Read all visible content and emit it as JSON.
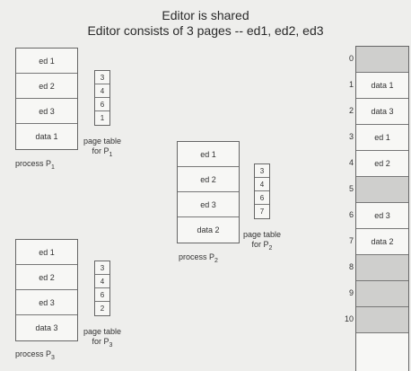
{
  "title": {
    "line1": "Editor is shared",
    "line2": "Editor  consists of 3 pages --  ed1, ed2, ed3"
  },
  "process1": {
    "pages": [
      "ed 1",
      "ed 2",
      "ed 3",
      "data 1"
    ],
    "label": "process P",
    "sub": "1",
    "page_table": [
      "3",
      "4",
      "6",
      "1"
    ],
    "pt_label": "page table",
    "pt_for": "for P",
    "pt_sub": "1"
  },
  "process2": {
    "pages": [
      "ed 1",
      "ed 2",
      "ed 3",
      "data 2"
    ],
    "label": "process P",
    "sub": "2",
    "page_table": [
      "3",
      "4",
      "6",
      "7"
    ],
    "pt_label": "page table",
    "pt_for": "for P",
    "pt_sub": "2"
  },
  "process3": {
    "pages": [
      "ed 1",
      "ed 2",
      "ed 3",
      "data 3"
    ],
    "label": "process P",
    "sub": "3",
    "page_table": [
      "3",
      "4",
      "6",
      "2"
    ],
    "pt_label": "page table",
    "pt_for": "for P",
    "pt_sub": "3"
  },
  "memory": {
    "frames": [
      {
        "num": "0",
        "label": "",
        "free": true
      },
      {
        "num": "1",
        "label": "data 1",
        "free": false
      },
      {
        "num": "2",
        "label": "data 3",
        "free": false
      },
      {
        "num": "3",
        "label": "ed 1",
        "free": false
      },
      {
        "num": "4",
        "label": "ed 2",
        "free": false
      },
      {
        "num": "5",
        "label": "",
        "free": true
      },
      {
        "num": "6",
        "label": "ed 3",
        "free": false
      },
      {
        "num": "7",
        "label": "data 2",
        "free": false
      },
      {
        "num": "8",
        "label": "",
        "free": true
      },
      {
        "num": "9",
        "label": "",
        "free": true
      },
      {
        "num": "10",
        "label": "",
        "free": true
      }
    ]
  }
}
